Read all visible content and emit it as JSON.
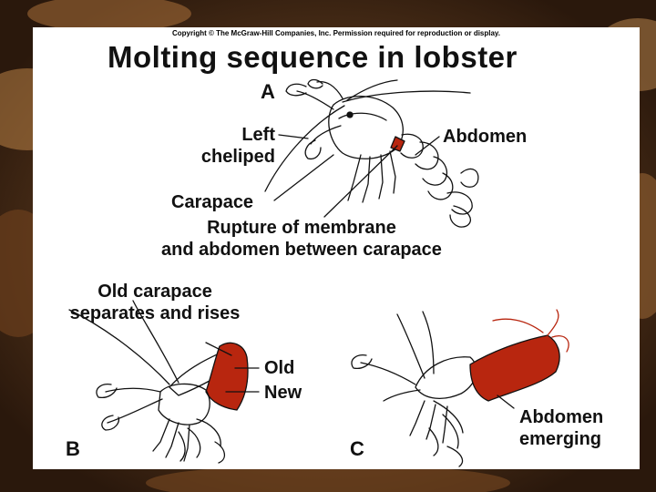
{
  "copyright": "Copyright © The McGraw-Hill Companies, Inc. Permission required for reproduction or display.",
  "title": "Molting sequence in lobster",
  "panels": {
    "a": "A",
    "b": "B",
    "c": "C"
  },
  "labels": {
    "left_cheliped_line1": "Left",
    "left_cheliped_line2": "cheliped",
    "abdomen": "Abdomen",
    "carapace": "Carapace",
    "rupture_line1": "Rupture of membrane",
    "rupture_line2": "and abdomen between carapace",
    "old_carapace_line1": "Old carapace",
    "old_carapace_line2": "separates and rises",
    "old": "Old",
    "new": "New",
    "abdomen_emerging_line1": "Abdomen",
    "abdomen_emerging_line2": "emerging"
  },
  "colors": {
    "background": "#3a2414",
    "panel": "#ffffff",
    "new_tissue": "#b8260f",
    "ink": "#111111"
  }
}
